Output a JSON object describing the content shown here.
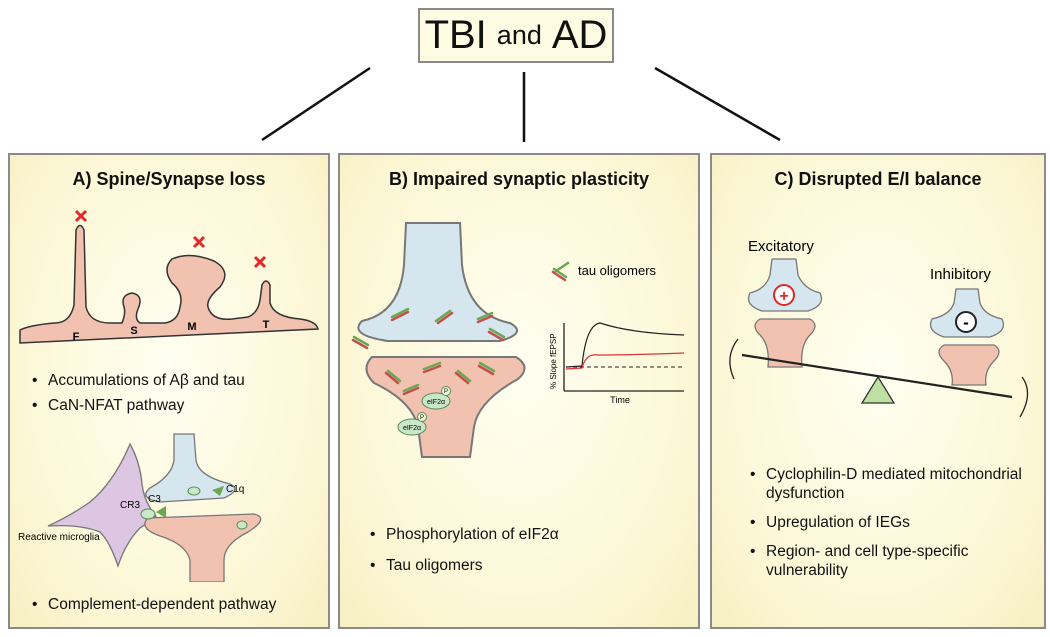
{
  "header": {
    "title_main_1": "TBI",
    "title_join": "and",
    "title_main_2": "AD"
  },
  "panel_a": {
    "title": "A)  Spine/Synapse loss",
    "spine_labels": [
      "F",
      "S",
      "M",
      "T"
    ],
    "bullets": [
      "Accumulations of Aβ and tau",
      "CaN-NFAT pathway"
    ],
    "microglia_label": "Reactive microglia",
    "receptor_labels": [
      "CR3",
      "C3",
      "C1q"
    ],
    "bullets_bottom": [
      "Complement-dependent pathway"
    ]
  },
  "panel_b": {
    "title": "B)  Impaired synaptic plasticity",
    "legend": "tau oligomers",
    "eif_label": "eIF2α",
    "p_label": "P",
    "plot": {
      "ylabel": "% Slope fEPSP",
      "xlabel": "Time"
    },
    "bullets": [
      "Phosphorylation of eIF2α",
      "Tau oligomers"
    ]
  },
  "panel_c": {
    "title": "C)  Disrupted E/I balance",
    "excitatory_label": "Excitatory",
    "inhibitory_label": "Inhibitory",
    "plus_sign": "+",
    "minus_sign": "-",
    "bullets": [
      "Cyclophilin-D mediated mitochondrial dysfunction",
      "Upregulation of IEGs",
      "Region- and cell type-specific vulnerability"
    ]
  },
  "colors": {
    "panel_bg": "#fbf6d2",
    "presynapse": "#d6e6ee",
    "postsynapse": "#f2c2b0",
    "microglia": "#dcc6e2",
    "fulcrum": "#bfe0a3",
    "cross": "#e02a2a",
    "tau": "#6aa84f"
  }
}
